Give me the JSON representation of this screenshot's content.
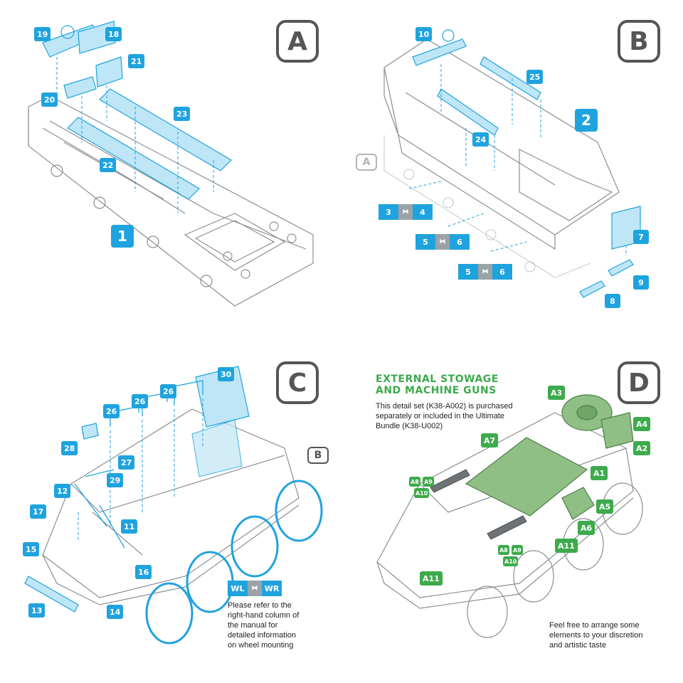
{
  "panels": {
    "a": {
      "step": "A",
      "labels": {
        "l19": "19",
        "l18": "18",
        "l21": "21",
        "l20": "20",
        "l23": "23",
        "l22": "22"
      },
      "big": "1"
    },
    "b": {
      "step": "B",
      "labels": {
        "l10": "10",
        "l25": "25",
        "l24": "24",
        "l7": "7",
        "l9": "9",
        "l8": "8"
      },
      "big": "2",
      "ref": "A",
      "pairs": [
        {
          "a": "3",
          "b": "⧓",
          "c": "4"
        },
        {
          "a": "5",
          "b": "⧓",
          "c": "6"
        },
        {
          "a": "5",
          "b": "⧓",
          "c": "6"
        }
      ]
    },
    "c": {
      "step": "C",
      "labels": {
        "l30": "30",
        "l26a": "26",
        "l26b": "26",
        "l26c": "26",
        "l28": "28",
        "l27": "27",
        "l29": "29",
        "l12": "12",
        "l17": "17",
        "l11": "11",
        "l15": "15",
        "l16": "16",
        "l13": "13",
        "l14": "14"
      },
      "ref": "B",
      "pair": {
        "a": "WL",
        "b": "⧓",
        "c": "WR"
      },
      "note": [
        "Please refer to the",
        "right-hand column of",
        "the manual for",
        "detailed information",
        "on wheel mounting"
      ]
    },
    "d": {
      "step": "D",
      "title": [
        "EXTERNAL STOWAGE",
        "AND MACHINE GUNS"
      ],
      "description": [
        "This detail set (K38-A002) is purchased",
        "separately or included in the Ultimate",
        "Bundle (K38-U002)"
      ],
      "labels": {
        "a3": "A3",
        "a4": "A4",
        "a2": "A2",
        "a7": "A7",
        "a1": "A1",
        "a5": "A5",
        "a6": "A6",
        "a11a": "A11",
        "a11b": "A11",
        "a8a": "A8",
        "a9a": "A9",
        "a10a": "A10",
        "a8b": "A8",
        "a9b": "A9",
        "a10b": "A10"
      },
      "footnote": [
        "Feel free to arrange some",
        "elements to your discretion",
        "and artistic taste"
      ]
    }
  },
  "colors": {
    "cyan": "#1fa3de",
    "green": "#3daa4c",
    "gray": "#555555",
    "line": "#8a8f93"
  }
}
